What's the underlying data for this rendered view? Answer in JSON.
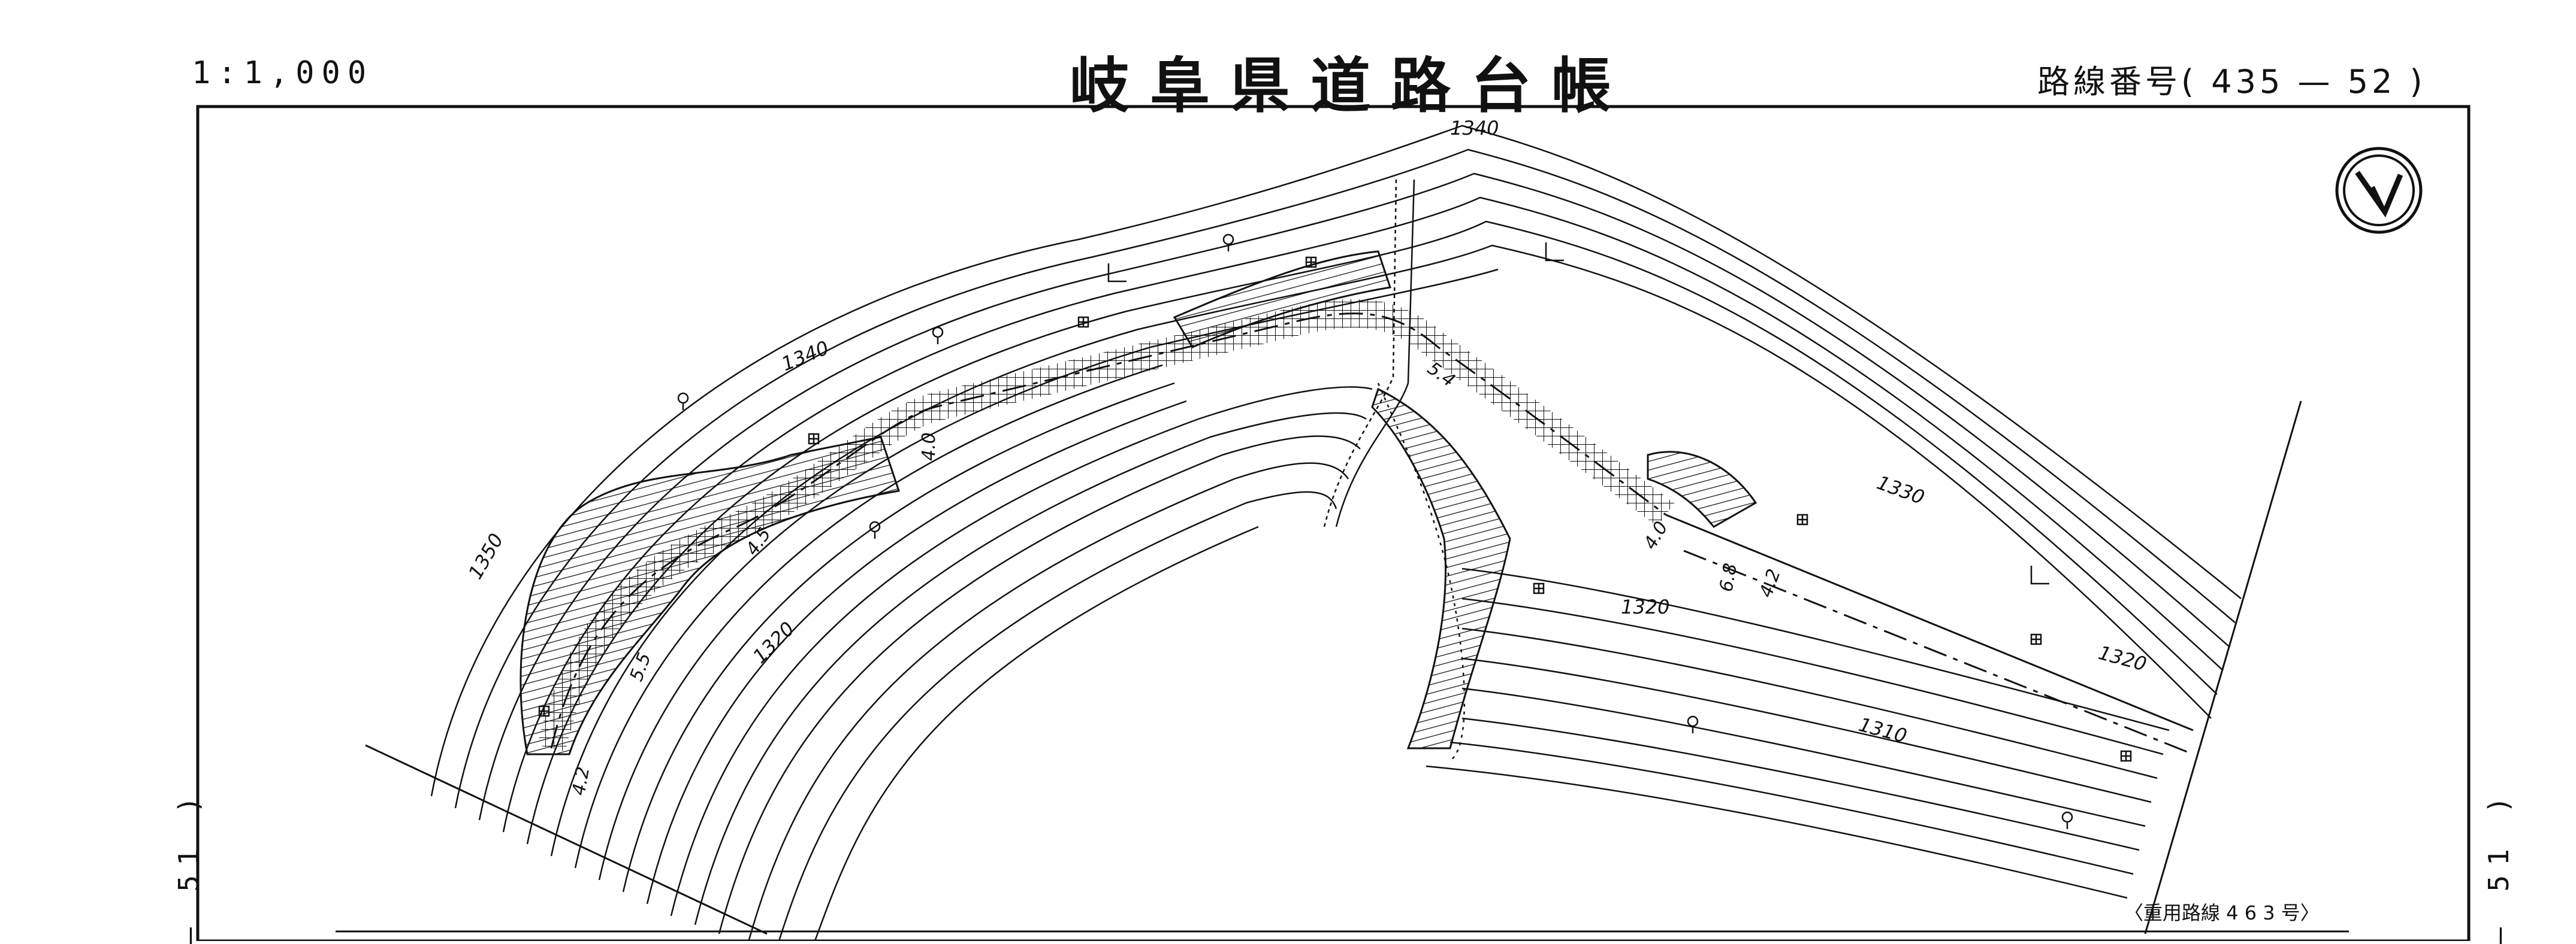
{
  "header": {
    "scale": "1:1,000",
    "title": "岐阜県道路台帳",
    "route_number": "路線番号( 435 — 52 )"
  },
  "sheet_refs": {
    "left": "– 51 )",
    "right": "– 51 )"
  },
  "contours": {
    "c1340_top": "1340",
    "c1340_left": "1340",
    "c1350": "1350",
    "c1330": "1330",
    "c1320_left": "1320",
    "c1320_mid": "1320",
    "c1320_right": "1320",
    "c1310": "1310"
  },
  "road_widths": {
    "w1": "4.0",
    "w2": "4.0",
    "w3": "4.2",
    "w4": "6.8",
    "w5": "4.5",
    "w6": "5.5",
    "w7": "5.4",
    "w8": "4.2"
  },
  "notes": {
    "overlap_route": "〈重用路線 4 6 3 号〉"
  },
  "colors": {
    "ink": "#111111",
    "paper": "#ffffff"
  }
}
